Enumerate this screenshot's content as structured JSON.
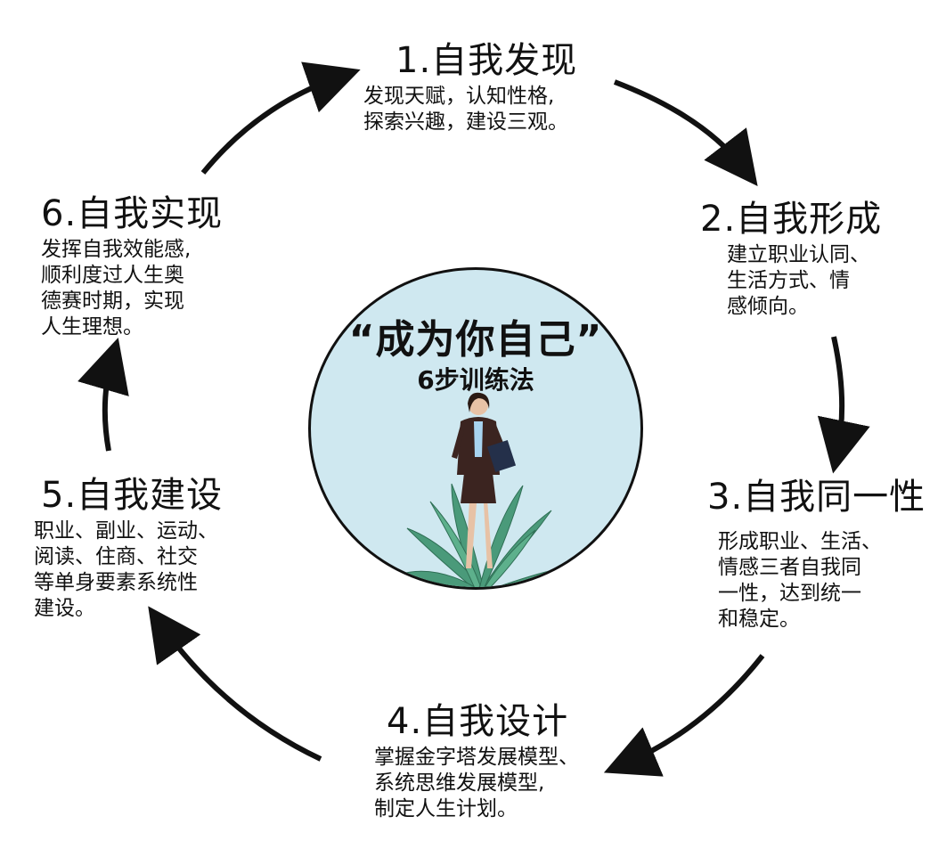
{
  "center": {
    "title": "“成为你自己”",
    "subtitle": "6步训练法"
  },
  "steps": [
    {
      "title": "1.自我发现",
      "lines": [
        "发现天赋，认知性格,",
        "探索兴趣，建设三观。"
      ]
    },
    {
      "title": "2.自我形成",
      "lines": [
        "建立职业认同、",
        "生活方式、情",
        "感倾向。"
      ]
    },
    {
      "title": "3.自我同一性",
      "lines": [
        "形成职业、生活、",
        "情感三者自我同",
        "一性，达到统一",
        "和稳定。"
      ]
    },
    {
      "title": "4.自我设计",
      "lines": [
        "掌握金字塔发展模型、",
        "系统思维发展模型,",
        "制定人生计划。"
      ]
    },
    {
      "title": "5.自我建设",
      "lines": [
        "职业、副业、运动、",
        "阅读、住商、社交",
        "等单身要素系统性",
        "建设。"
      ]
    },
    {
      "title": "6.自我实现",
      "lines": [
        "发挥自我效能感,",
        "顺利度过人生奥",
        "德赛时期，实现",
        "人生理想。"
      ]
    }
  ],
  "colors": {
    "circle_fill": "#cfe8f0",
    "arrow": "#111111",
    "plant": "#4a9a7a",
    "jacket": "#3b2420"
  },
  "icons": {
    "arrows": "curved-arrow-icon",
    "illustration": "woman-with-plant-illustration"
  }
}
